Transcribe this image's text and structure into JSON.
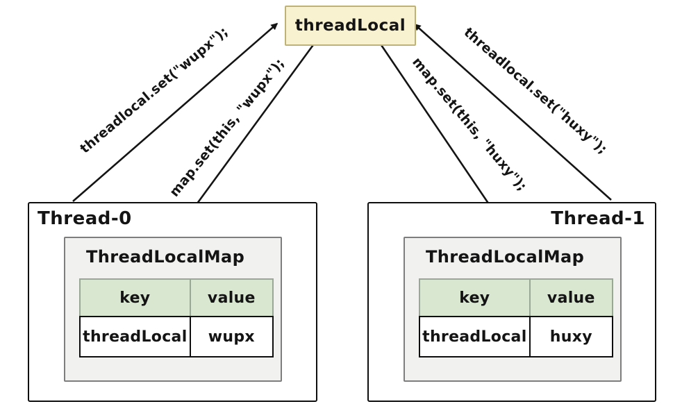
{
  "diagram": {
    "root_node": {
      "label": "threadLocal"
    },
    "arrows": [
      {
        "label": "threadlocal.set(\"wupx\");",
        "from": "Thread-0",
        "to": "threadLocal"
      },
      {
        "label": "map.set(this, \"wupx\");",
        "from": "threadLocal",
        "to": "Thread-0 ThreadLocalMap"
      },
      {
        "label": "map.set(this, \"huxy\");",
        "from": "threadLocal",
        "to": "Thread-1 ThreadLocalMap"
      },
      {
        "label": "threadlocal.set(\"huxy\");",
        "from": "Thread-1",
        "to": "threadLocal"
      }
    ],
    "threads": [
      {
        "name": "Thread-0",
        "map_title": "ThreadLocalMap",
        "table": {
          "headers": [
            "key",
            "value"
          ],
          "rows": [
            [
              "threadLocal",
              "wupx"
            ]
          ]
        }
      },
      {
        "name": "Thread-1",
        "map_title": "ThreadLocalMap",
        "table": {
          "headers": [
            "key",
            "value"
          ],
          "rows": [
            [
              "threadLocal",
              "huxy"
            ]
          ]
        }
      }
    ],
    "colors": {
      "node_fill": "#f9f2d0",
      "node_border": "#bfb278",
      "map_panel_fill": "#f1f1ef",
      "map_panel_border": "#7d7d7d",
      "table_header_fill": "#d9e7d1",
      "table_header_border": "#99a895",
      "box_border": "#0e0e0e",
      "arrow": "#141414",
      "background": "#ffffff"
    }
  }
}
